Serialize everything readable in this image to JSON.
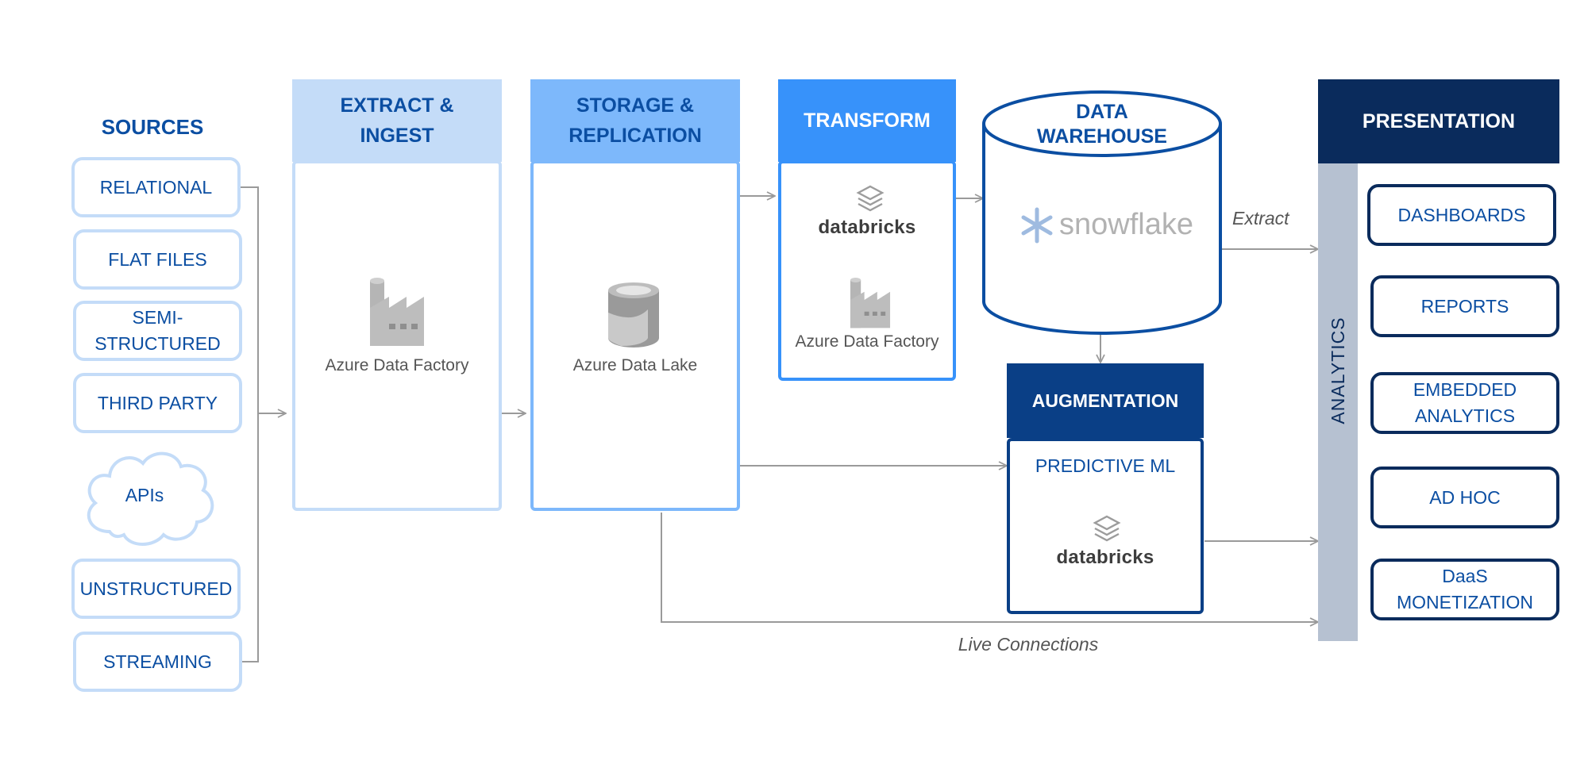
{
  "sources": {
    "title": "SOURCES",
    "items": [
      {
        "label": "RELATIONAL"
      },
      {
        "label": "FLAT FILES"
      },
      {
        "label": "SEMI-\nSTRUCTURED"
      },
      {
        "label": "THIRD PARTY"
      },
      {
        "label": "APIs"
      },
      {
        "label": "UNSTRUCTURED"
      },
      {
        "label": "STREAMING"
      }
    ]
  },
  "extract": {
    "title": "EXTRACT &\nINGEST",
    "tool": "Azure Data Factory",
    "icon": "factory-icon"
  },
  "storage": {
    "title": "STORAGE &\nREPLICATION",
    "tool": "Azure Data Lake",
    "icon": "data-lake-icon"
  },
  "transform": {
    "title": "TRANSFORM",
    "tools": [
      "databricks",
      "Azure Data Factory"
    ]
  },
  "warehouse": {
    "title": "DATA\nWAREHOUSE",
    "tool": "snowflake"
  },
  "augmentation": {
    "title": "AUGMENTATION",
    "subtitle": "PREDICTIVE ML",
    "tool": "databricks"
  },
  "presentation": {
    "title": "PRESENTATION",
    "side_label": "ANALYTICS",
    "items": [
      {
        "label": "DASHBOARDS"
      },
      {
        "label": "REPORTS"
      },
      {
        "label": "EMBEDDED\nANALYTICS"
      },
      {
        "label": "AD HOC"
      },
      {
        "label": "DaaS\nMONETIZATION"
      }
    ]
  },
  "edges": {
    "extract_label": "Extract",
    "live_label": "Live Connections"
  },
  "colors": {
    "brand_blue": "#0b4ea2",
    "light_blue": "#c4dcf8",
    "mid_blue": "#7db8fb",
    "bright_blue": "#3792fa",
    "navy": "#0a2b5c",
    "dark_blue": "#0a3f86",
    "analytics_gray": "#b6c1d1"
  }
}
